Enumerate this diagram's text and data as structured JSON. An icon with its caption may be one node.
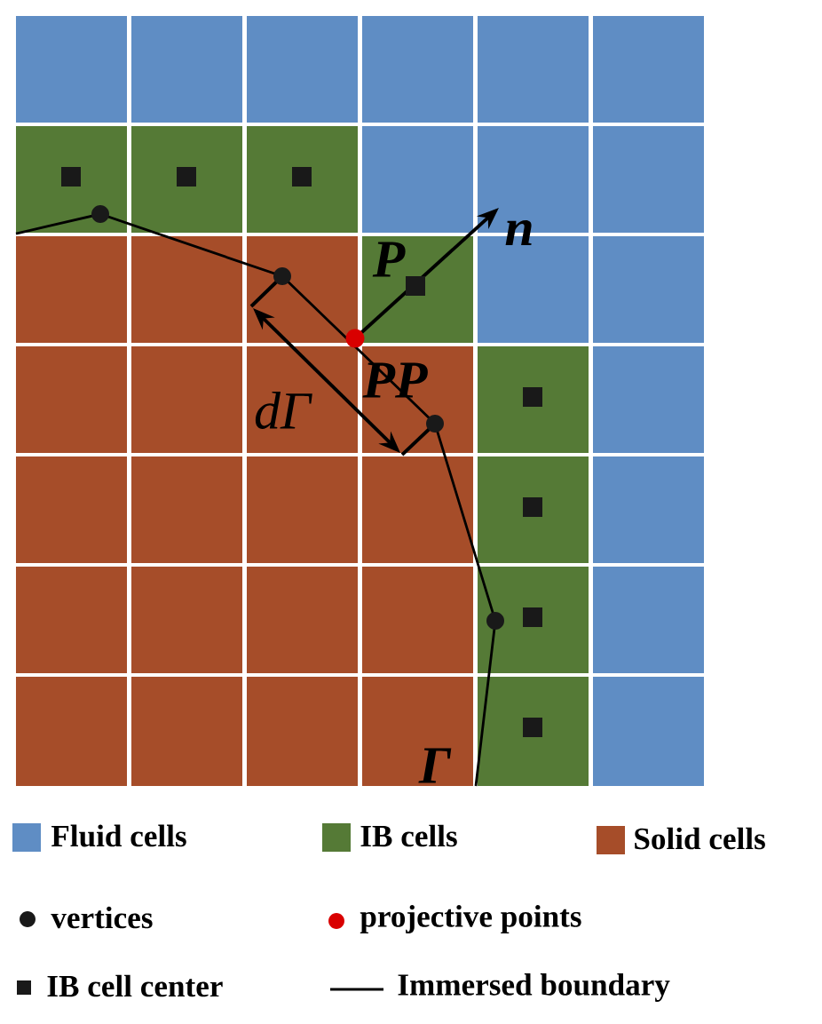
{
  "diagram": {
    "labels": [
      "P",
      "n",
      "PP",
      "dΓ",
      "Γ"
    ],
    "legend": [
      {
        "text": "Fluid cells",
        "color": "#5f8dc4"
      },
      {
        "text": "IB cells",
        "color": "#557a36"
      },
      {
        "text": "Solid cells",
        "color": "#a64d29"
      },
      {
        "text": "vertices"
      },
      {
        "text": "projective points"
      },
      {
        "text": "IB cell  center"
      },
      {
        "text": "Immersed boundary"
      }
    ]
  }
}
